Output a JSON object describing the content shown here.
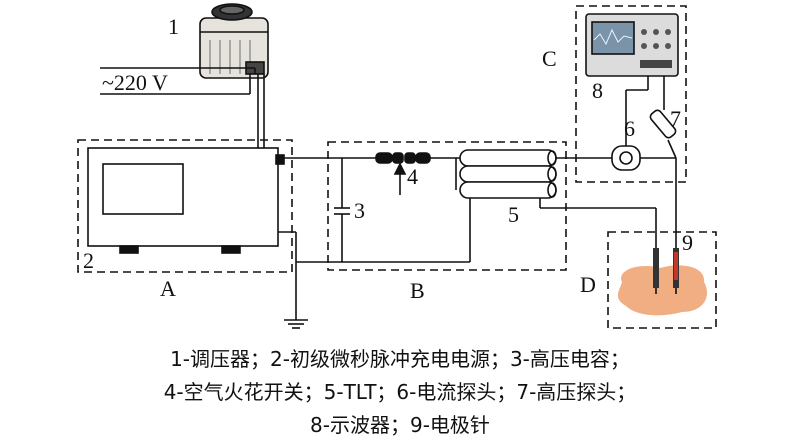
{
  "labels": {
    "n1": "1",
    "voltage": "~220 V",
    "A": "A",
    "n2": "2",
    "n3": "3",
    "n4": "4",
    "n5": "5",
    "B": "B",
    "C": "C",
    "n6": "6",
    "n7": "7",
    "n8": "8",
    "n9": "9",
    "D": "D"
  },
  "caption": {
    "line1": "1-调压器；2-初级微秒脉冲充电电源；3-高压电容；",
    "line2": "4-空气火花开关；5-TLT；6-电流探头；7-高压探头；",
    "line3": "8-示波器；9-电极针"
  },
  "colors": {
    "line": "#111111",
    "tissue": "#f2ae83",
    "scope_screen": "#7a93a8",
    "needle_tip": "#c0392b"
  }
}
